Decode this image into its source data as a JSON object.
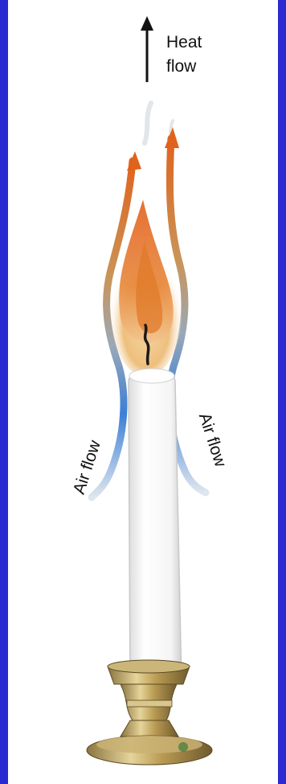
{
  "labels": {
    "heat_flow_line1": "Heat",
    "heat_flow_line2": "flow",
    "air_flow_left": "Air flow",
    "air_flow_right": "Air flow"
  },
  "colors": {
    "frame": "#2b2ad2",
    "background": "#ffffff",
    "heat_arrow": "#111111",
    "flame_arrow": "#e0631c",
    "air_flow_stream": "#3b7fd6",
    "flame_core": "#e07a2a",
    "flame_glow": "#f0c27a",
    "candle": "#f8f8f8",
    "holder_brass": "#b99a52"
  },
  "icons": {
    "heat": "up-arrow-icon",
    "flame": "flame-icon",
    "holder": "candle-holder-icon"
  }
}
